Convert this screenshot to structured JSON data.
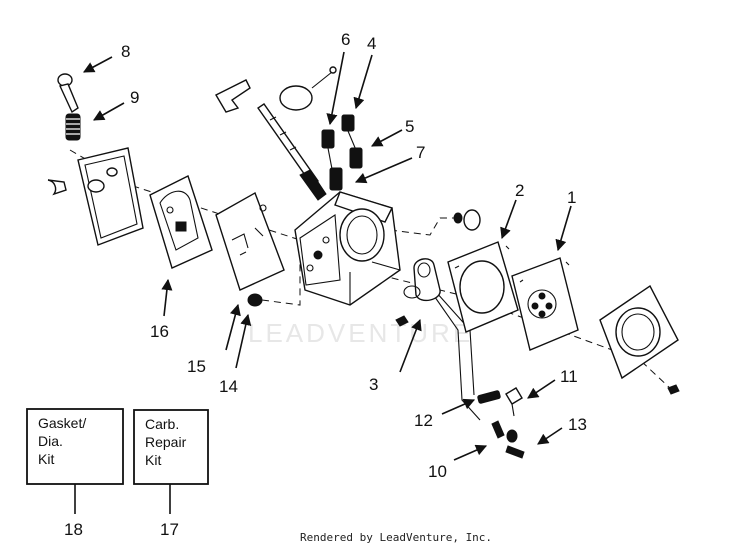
{
  "watermark": "LEADVENTURE",
  "footer": "Rendered by LeadVenture, Inc.",
  "callouts": [
    "1",
    "2",
    "3",
    "4",
    "5",
    "6",
    "7",
    "8",
    "9",
    "10",
    "11",
    "12",
    "13",
    "14",
    "15",
    "16",
    "17",
    "18"
  ],
  "kits": {
    "gasket": {
      "line1": "Gasket/",
      "line2": "Dia.",
      "line3": "Kit",
      "ref": "18"
    },
    "repair": {
      "line1": "Carb.",
      "line2": "Repair",
      "line3": "Kit",
      "ref": "17"
    }
  }
}
